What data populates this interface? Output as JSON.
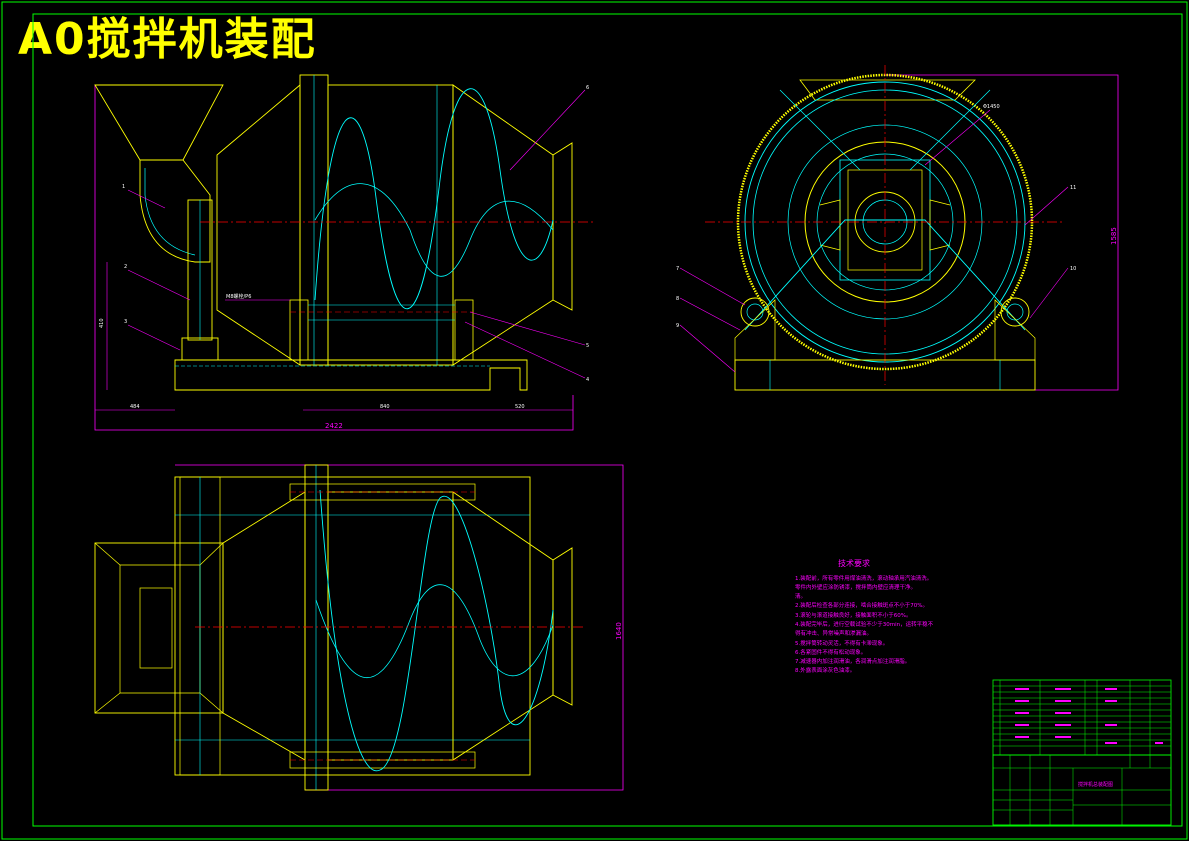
{
  "drawing": {
    "title": "A0搅拌机装配",
    "colors": {
      "frame": "#00ff00",
      "outline": "#ffff00",
      "body": "#00ffff",
      "dimension": "#ff00ff",
      "centerline": "#ff0000",
      "background": "#000000"
    }
  },
  "front_view": {
    "part_labels": [
      "1",
      "2",
      "3",
      "4",
      "5",
      "6"
    ],
    "dimensions": {
      "overall_length": "2422",
      "left_offset": "484",
      "middle": "840",
      "right": "520",
      "height": "410",
      "note": "M8螺栓/P6"
    }
  },
  "side_view": {
    "part_labels": [
      "7",
      "8",
      "9",
      "10",
      "11"
    ],
    "dimensions": {
      "diameter": "Φ1450",
      "height": "1585"
    }
  },
  "top_view": {
    "dimensions": {
      "width": "1640"
    }
  },
  "technical_requirements": {
    "title": "技术要求",
    "lines": [
      "1.装配前，所有零件用煤油清洗，滚动轴承用汽油清洗。",
      "零件内外壁应涂防锈漆，搅拌筒内壁应清理干净。",
      "清。",
      "2.装配后检查各部分连接，啮合接触斑点不小于70%。",
      "3.滚轮与滚道接触良好，接触面积不小于60%。",
      "4.装配完毕后，进行空载试验不少于30min，运转平稳不",
      "得有冲击、异常噪声和渗漏油。",
      "5.搅拌筒转动灵活，不得有卡滞现象。",
      "6.各紧固件不得有松动现象。",
      "7.减速器内加注润滑油，各润滑点加注润滑脂。",
      "8.外露表面涂灰色油漆。"
    ]
  },
  "title_block": {
    "drawing_name": "搅拌机总装配图"
  }
}
